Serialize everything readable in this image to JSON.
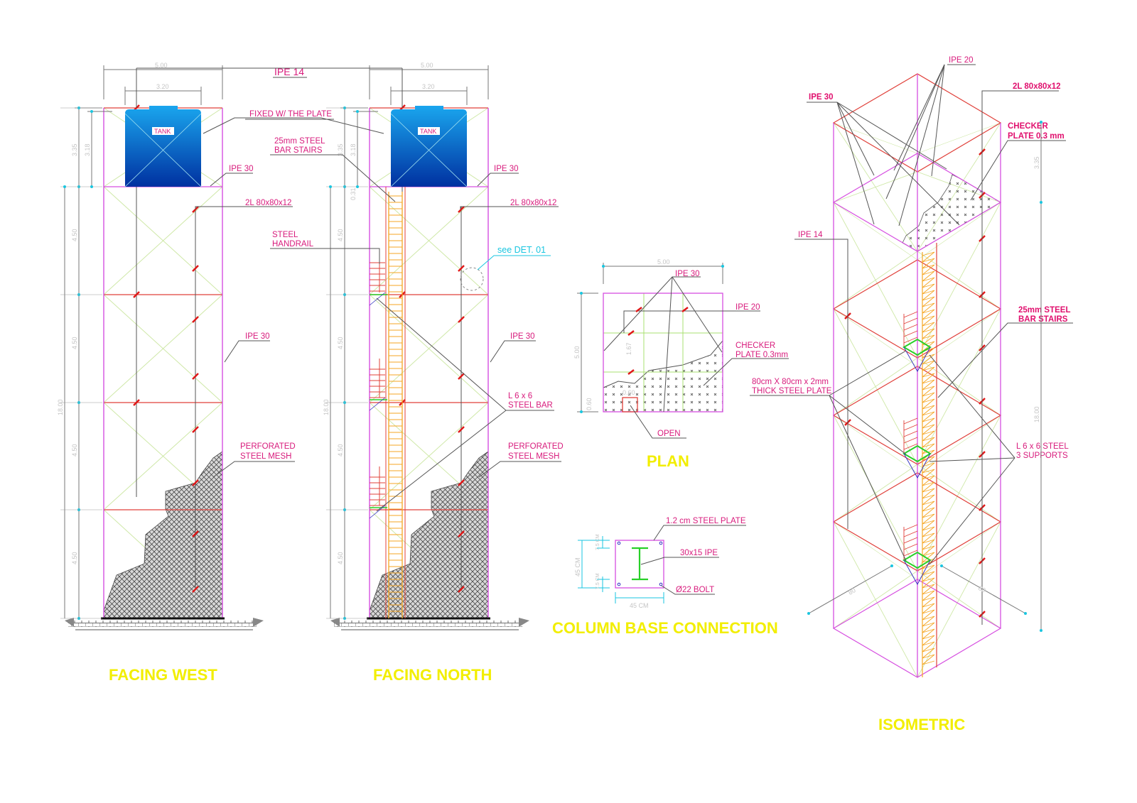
{
  "colors": {
    "frame": "#d64fe0",
    "beam": "#e0403a",
    "brace": "#cfe8a8",
    "label": "#d81b7c",
    "title": "#f2ee00",
    "tank_top": "#1aa6ee",
    "tank_bottom": "#0030a0",
    "stairs": "#f5a623",
    "dim": "#c4c4c4",
    "cyan": "#19c6e0",
    "plate": "#28d028"
  },
  "titles": {
    "west": "FACING WEST",
    "north": "FACING NORTH",
    "plan": "PLAN",
    "base": "COLUMN BASE CONNECTION",
    "iso": "ISOMETRIC"
  },
  "elevation": {
    "ipe14": "IPE 14",
    "tank": "TANK",
    "fixed": "FIXED W/ THE PLATE",
    "ipe30": "IPE 30",
    "angle": "2L 80x80x12",
    "mesh1": "PERFORATED",
    "mesh2": "STEEL MESH",
    "stairs1": "25mm STEEL",
    "stairs2": "BAR STAIRS",
    "handrail1": "STEEL",
    "handrail2": "HANDRAIL",
    "det": "see DET. 01",
    "lbar1": "L 6 x 6",
    "lbar2": "STEEL BAR",
    "dims": {
      "width": "5.00",
      "tank_width": "3.20",
      "top": "3.35",
      "tank_h": "3.18",
      "bay": "4.50",
      "total": "18.00",
      "gap": "0.31"
    }
  },
  "plan": {
    "width": "5.00",
    "height": "5.00",
    "ipe30": "IPE 30",
    "ipe20": "IPE 20",
    "checker1": "CHECKER",
    "checker2": "PLATE 0.3mm",
    "open": "OPEN",
    "inner": "1.67",
    "opening": "0.60",
    "open_w": "0.60"
  },
  "base": {
    "plate": "1.2 cm STEEL PLATE",
    "ipe": "30x15 IPE",
    "bolt": "Ø22 BOLT",
    "size": "45 CM",
    "edge": "7.5 CM"
  },
  "iso": {
    "ipe20": "IPE 20",
    "ipe30": "IPE 30",
    "angle": "2L 80x80x12",
    "checker1": "CHECKER",
    "checker2": "PLATE 0.3 mm",
    "ipe14": "IPE 14",
    "stairs1": "25mm STEEL",
    "stairs2": "BAR STAIRS",
    "plate1": "80cm X 80cm x 2mm",
    "plate2": "THICK STEEL PLATE",
    "support1": "L 6 x 6 STEEL",
    "support2": "3 SUPPORTS",
    "dim_top": "3.35",
    "dim_total": "18.00",
    "dim_a": "80",
    "dim_b": "80"
  }
}
